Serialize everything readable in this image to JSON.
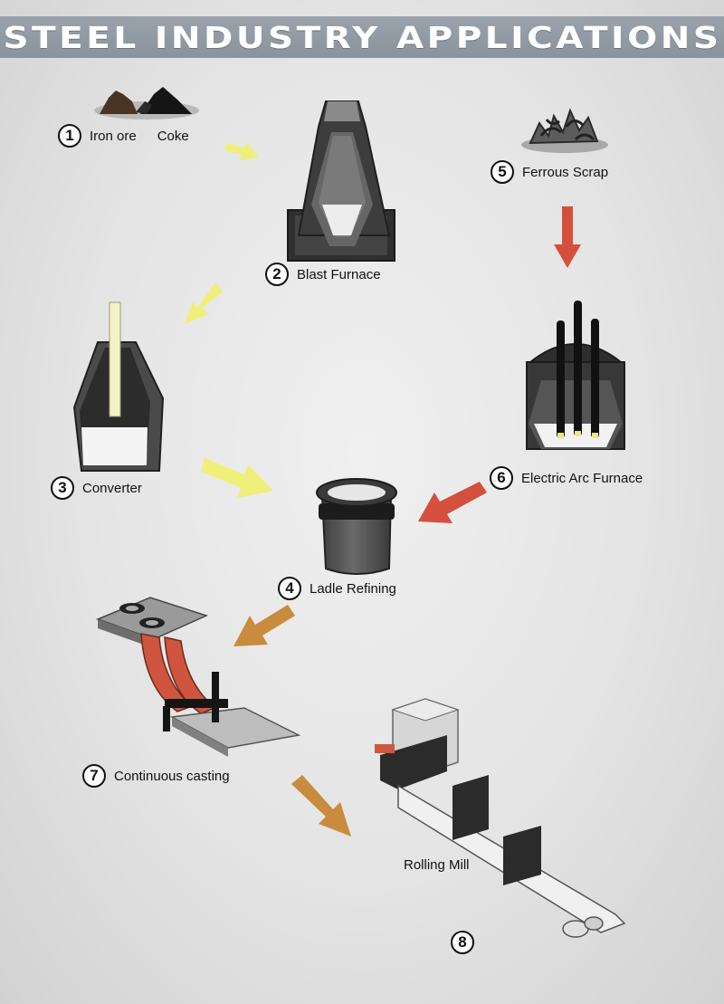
{
  "title": "STEEL INDUSTRY APPLICATIONS",
  "steps": [
    {
      "num": "1",
      "label": "Iron ore",
      "label2": "Coke"
    },
    {
      "num": "2",
      "label": "Blast Furnace"
    },
    {
      "num": "3",
      "label": "Converter"
    },
    {
      "num": "4",
      "label": "Ladle Refining"
    },
    {
      "num": "5",
      "label": "Ferrous Scrap"
    },
    {
      "num": "6",
      "label": "Electric Arc Furnace"
    },
    {
      "num": "7",
      "label": "Continuous casting"
    },
    {
      "num": "8",
      "label": "Rolling Mill"
    }
  ],
  "colors": {
    "banner": "#9aa3ac",
    "arrow_yellow": "#eef07a",
    "arrow_red": "#d4503c",
    "arrow_orange": "#c98b3e",
    "equipment_dark": "#3a3a3a",
    "mold_red": "#d0553f"
  }
}
